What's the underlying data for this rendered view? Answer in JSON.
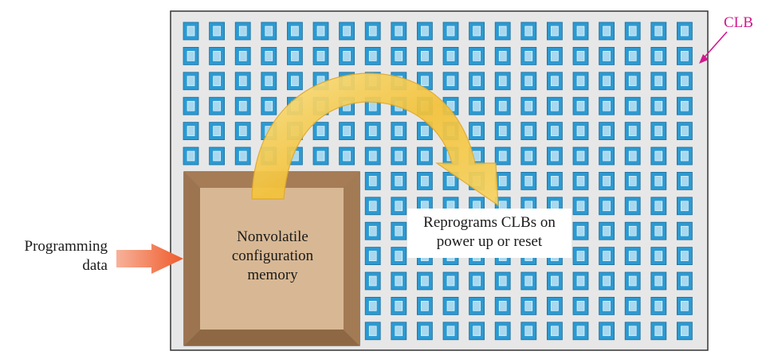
{
  "labels": {
    "clb": "CLB",
    "programming_data": [
      "Programming",
      "data"
    ],
    "memory": [
      "Nonvolatile",
      "configuration",
      "memory"
    ],
    "reprogram": [
      "Reprograms CLBs on",
      "power up or reset"
    ]
  },
  "grid": {
    "columns": 20,
    "rows": 13,
    "rows_blocked_by_memory": 6,
    "columns_blocked_by_memory": 7
  },
  "colors": {
    "chip_fill": "#e7e7e7",
    "clb_outer": "#2b9ad2",
    "clb_inner": "#a9d8ee",
    "memory_fill": "#b8926a",
    "arrow_fill": "#f3c23a",
    "input_arrow": "#f26a3c",
    "clb_pointer": "#d1198c"
  }
}
